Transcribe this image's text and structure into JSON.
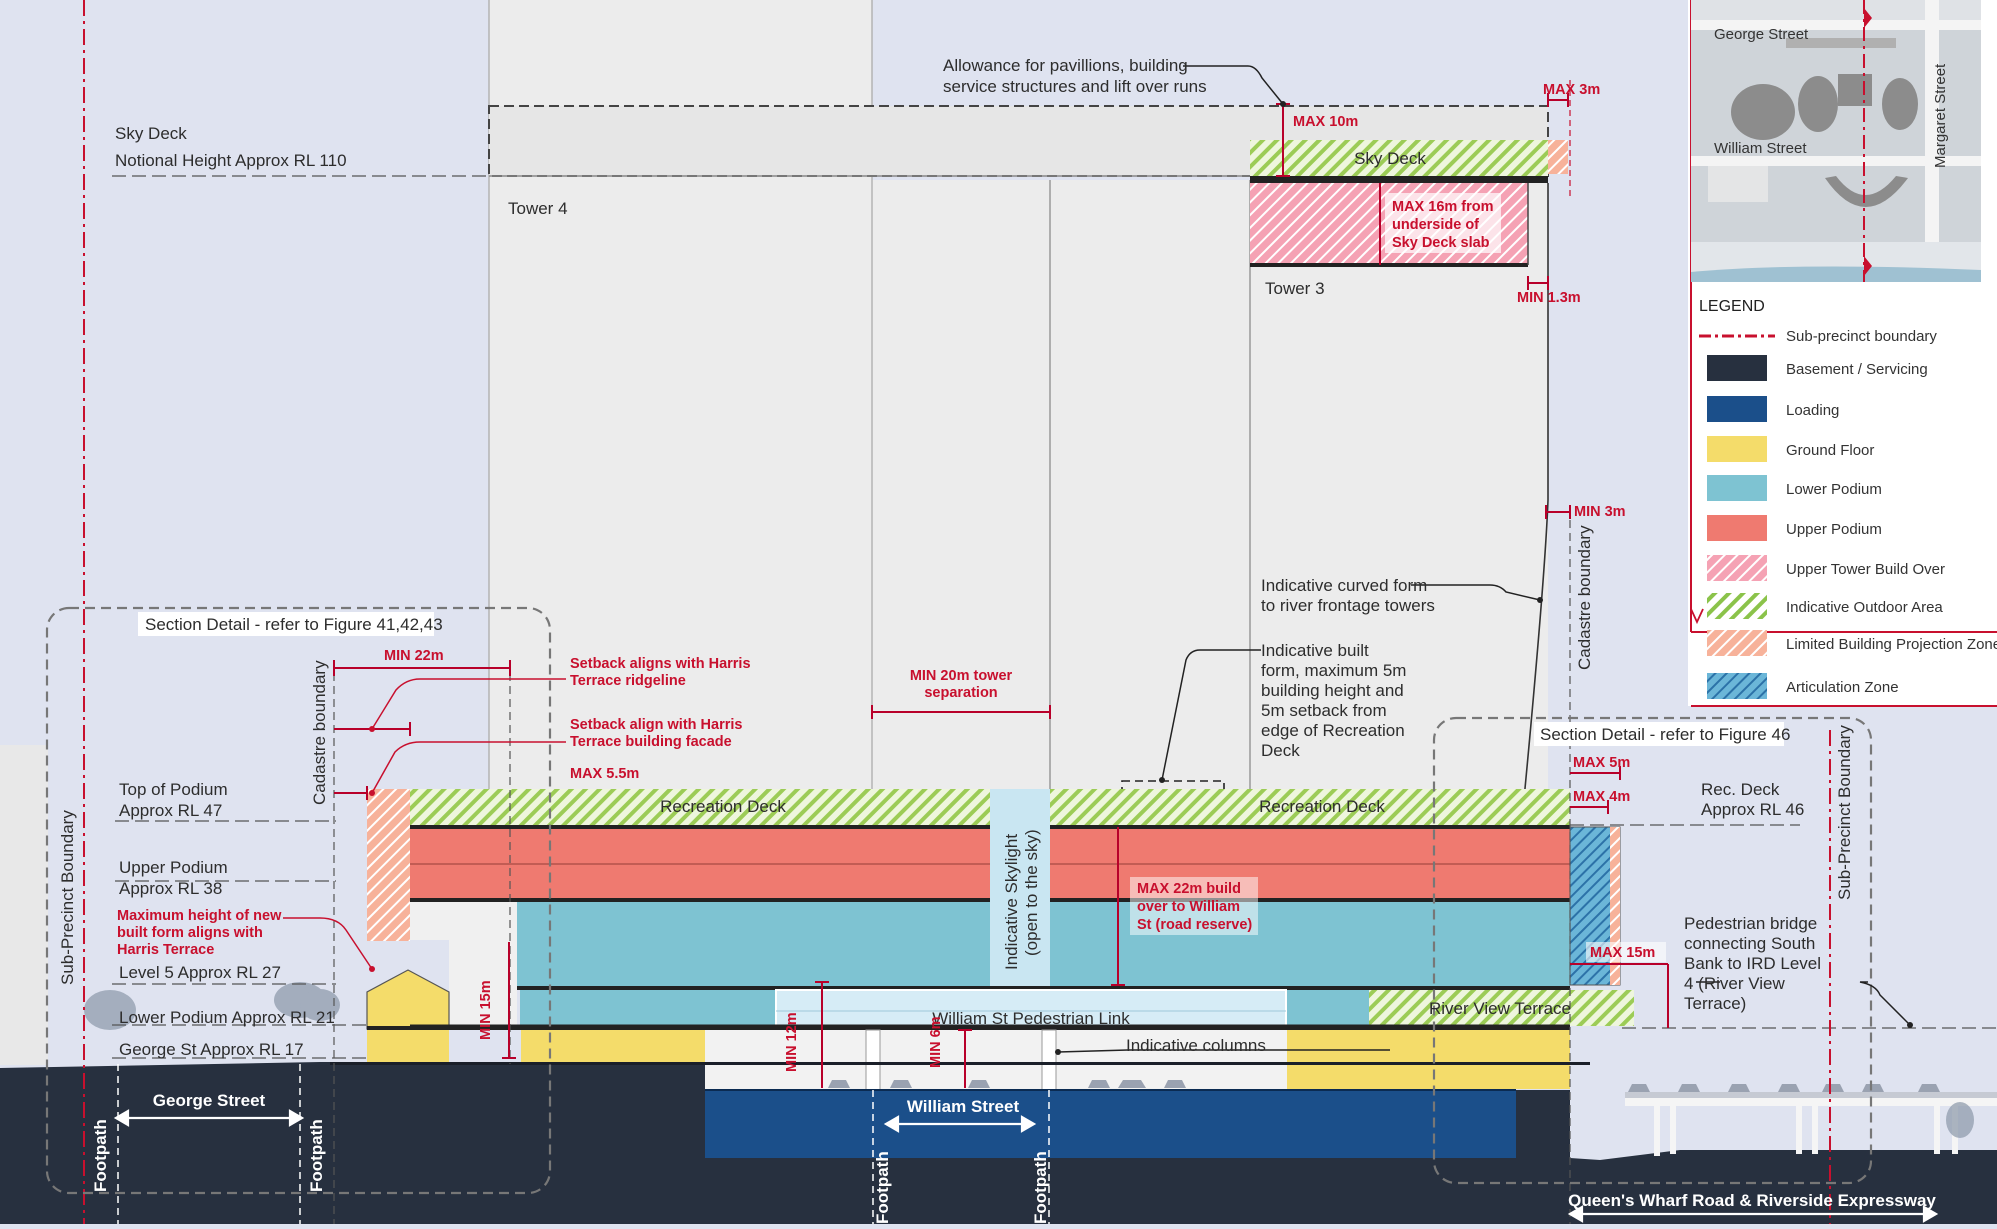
{
  "labels": {
    "sky_deck": "Sky Deck",
    "notional_height": "Notional Height Approx RL 110",
    "tower4": "Tower 4",
    "tower3": "Tower 3",
    "allowance_1": "Allowance for pavillions, building",
    "allowance_2": "service structures and lift over runs",
    "sky_deck_zone": "Sky Deck",
    "max_3m": "MAX 3m",
    "max_10m": "MAX 10m",
    "max_16m_1": "MAX 16m from",
    "max_16m_2": "underside of",
    "max_16m_3": "Sky Deck slab",
    "min_1_3m": "MIN 1.3m",
    "min_3m": "MIN 3m",
    "curved_1": "Indicative curved form",
    "curved_2": "to river frontage towers",
    "built_1": "Indicative built",
    "built_2": "form, maximum 5m",
    "built_3": "building height and",
    "built_4": "5m setback from",
    "built_5": "edge of Recreation",
    "built_6": "Deck",
    "cadastre_right": "Cadastre boundary",
    "cadastre_left": "Cadastre boundary",
    "sub_precinct_left": "Sub-Precinct Boundary",
    "sub_precinct_right": "Sub-Precinct Boundary",
    "section_detail_left": "Section Detail - refer to Figure 41,42,43",
    "section_detail_right": "Section Detail - refer to Figure 46",
    "min_22m": "MIN 22m",
    "setback_ridge_1": "Setback aligns with Harris",
    "setback_ridge_2": "Terrace ridgeline",
    "setback_facade_1": "Setback align with Harris",
    "setback_facade_2": "Terrace building facade",
    "max_5_5m": "MAX 5.5m",
    "min_20m_1": "MIN 20m tower",
    "min_20m_2": "separation",
    "top_podium_1": "Top of Podium",
    "top_podium_2": "Approx RL 47",
    "rec_deck_left": "Recreation Deck",
    "rec_deck_right": "Recreation Deck",
    "rec_deck_rl_1": "Rec. Deck",
    "rec_deck_rl_2": "Approx RL 46",
    "max_5m": "MAX 5m",
    "max_4m": "MAX 4m",
    "upper_podium_1": "Upper Podium",
    "upper_podium_2": "Approx RL 38",
    "max_height_1": "Maximum height of new",
    "max_height_2": "built form aligns with",
    "max_height_3": "Harris Terrace",
    "level5": "Level 5 Approx RL 27",
    "lower_podium": "Lower Podium Approx RL 21",
    "george_rl": "George St Approx RL 17",
    "min_15m": "MIN 15m",
    "skylight_1": "Indicative Skylight",
    "skylight_2": "(open to the sky)",
    "max_22m_1": "MAX 22m  build",
    "max_22m_2": "over to William",
    "max_22m_3": "St (road reserve)",
    "max_15m": "MAX 15m",
    "ped_bridge_1": "Pedestrian bridge",
    "ped_bridge_2": "connecting South",
    "ped_bridge_3": "Bank to IRD Level",
    "ped_bridge_4": "4 (River View",
    "ped_bridge_5": "Terrace)",
    "ped_link": "William St Pedestrian Link",
    "river_view": "River View Terrace",
    "columns": "Indicative columns",
    "min_12m": "MIN 12m",
    "min_6m": "MIN 6m",
    "george_street": "George Street",
    "william_street": "William Street",
    "footpath": "Footpath",
    "queens_wharf": "Queen's Wharf Road & Riverside Expressway"
  },
  "inset_map": {
    "george": "George Street",
    "william": "William Street",
    "margaret": "Margaret Street"
  },
  "legend": {
    "title": "LEGEND",
    "items": [
      {
        "label": "Sub-precinct boundary",
        "kind": "dashline",
        "color": "#c8102e"
      },
      {
        "label": "Basement / Servicing",
        "kind": "fill",
        "color": "#27303f"
      },
      {
        "label": "Loading",
        "kind": "fill",
        "color": "#1b4f8a"
      },
      {
        "label": "Ground Floor",
        "kind": "fill",
        "color": "#f4dc6a"
      },
      {
        "label": "Lower Podium",
        "kind": "fill",
        "color": "#7ec3d2"
      },
      {
        "label": "Upper Podium",
        "kind": "fill",
        "color": "#ef7a70"
      },
      {
        "label": "Upper Tower Build Over",
        "kind": "hatch",
        "color": "#e8506a"
      },
      {
        "label": "Indicative Outdoor Area",
        "kind": "stripes",
        "color": "#8bc34a"
      },
      {
        "label": "Limited Building Projection Zone",
        "kind": "hatch",
        "color": "#f08a6a"
      },
      {
        "label": "Articulation Zone",
        "kind": "hatch",
        "color": "#3f9fc4"
      }
    ]
  }
}
